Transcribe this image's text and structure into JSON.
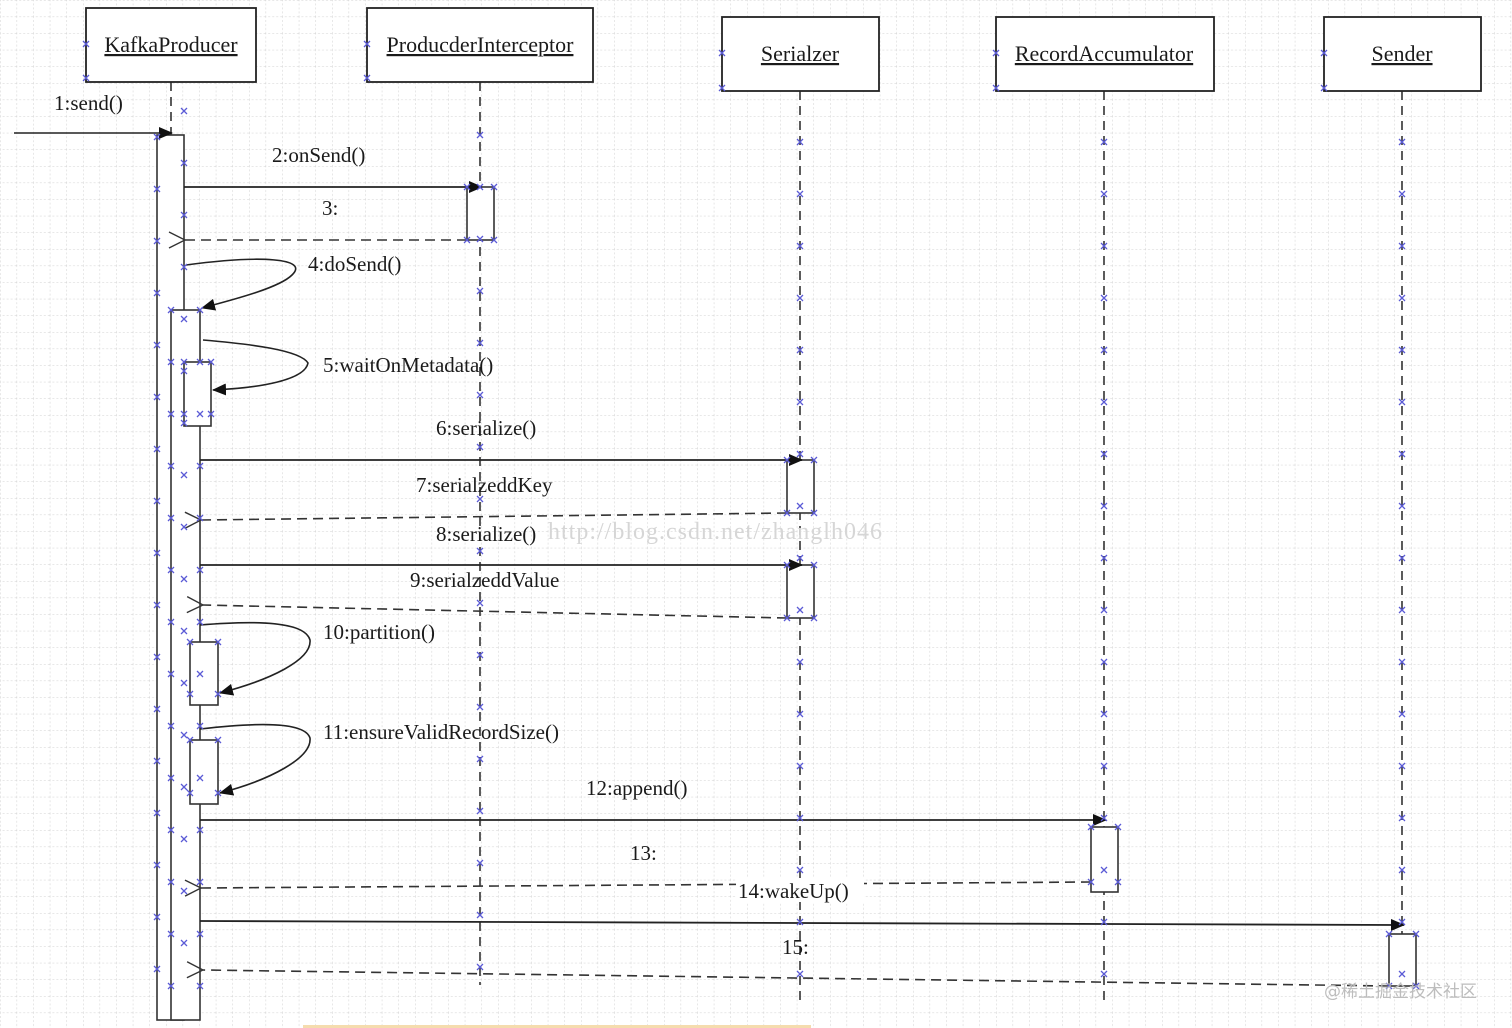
{
  "diagram": {
    "type": "uml-sequence",
    "colors": {
      "background": "#ffffff",
      "grid": "#c8c8c8",
      "line": "#1a1a1a",
      "dashed": "#3a3a3a",
      "marker": "#5b5bd6"
    },
    "participants": [
      {
        "id": "kafka",
        "name": "KafkaProducer"
      },
      {
        "id": "interceptor",
        "name": "ProducderInterceptor"
      },
      {
        "id": "serializer",
        "name": "Serialzer"
      },
      {
        "id": "accumulator",
        "name": "RecordAccumulator"
      },
      {
        "id": "sender",
        "name": "Sender"
      }
    ],
    "messages": [
      {
        "seq": 1,
        "label": "1:send()",
        "from": "external",
        "to": "kafka",
        "kind": "call"
      },
      {
        "seq": 2,
        "label": "2:onSend()",
        "from": "kafka",
        "to": "interceptor",
        "kind": "call"
      },
      {
        "seq": 3,
        "label": "3:",
        "from": "interceptor",
        "to": "kafka",
        "kind": "return"
      },
      {
        "seq": 4,
        "label": "4:doSend()",
        "from": "kafka",
        "to": "kafka",
        "kind": "self"
      },
      {
        "seq": 5,
        "label": "5:waitOnMetadata()",
        "from": "kafka",
        "to": "kafka",
        "kind": "self"
      },
      {
        "seq": 6,
        "label": "6:serialize()",
        "from": "kafka",
        "to": "serializer",
        "kind": "call"
      },
      {
        "seq": 7,
        "label": "7:serialzeddKey",
        "from": "serializer",
        "to": "kafka",
        "kind": "return"
      },
      {
        "seq": 8,
        "label": "8:serialize()",
        "from": "kafka",
        "to": "serializer",
        "kind": "call"
      },
      {
        "seq": 9,
        "label": "9:serialzeddValue",
        "from": "serializer",
        "to": "kafka",
        "kind": "return"
      },
      {
        "seq": 10,
        "label": "10:partition()",
        "from": "kafka",
        "to": "kafka",
        "kind": "self"
      },
      {
        "seq": 11,
        "label": "11:ensureValidRecordSize()",
        "from": "kafka",
        "to": "kafka",
        "kind": "self"
      },
      {
        "seq": 12,
        "label": "12:append()",
        "from": "kafka",
        "to": "accumulator",
        "kind": "call"
      },
      {
        "seq": 13,
        "label": "13:",
        "from": "accumulator",
        "to": "kafka",
        "kind": "return"
      },
      {
        "seq": 14,
        "label": "14:wakeUp()",
        "from": "kafka",
        "to": "sender",
        "kind": "call"
      },
      {
        "seq": 15,
        "label": "15:",
        "from": "sender",
        "to": "kafka",
        "kind": "return"
      }
    ],
    "watermarks": {
      "blog": "http://blog.csdn.net/zhanglh046",
      "community": "@稀土掘金技术社区"
    }
  }
}
